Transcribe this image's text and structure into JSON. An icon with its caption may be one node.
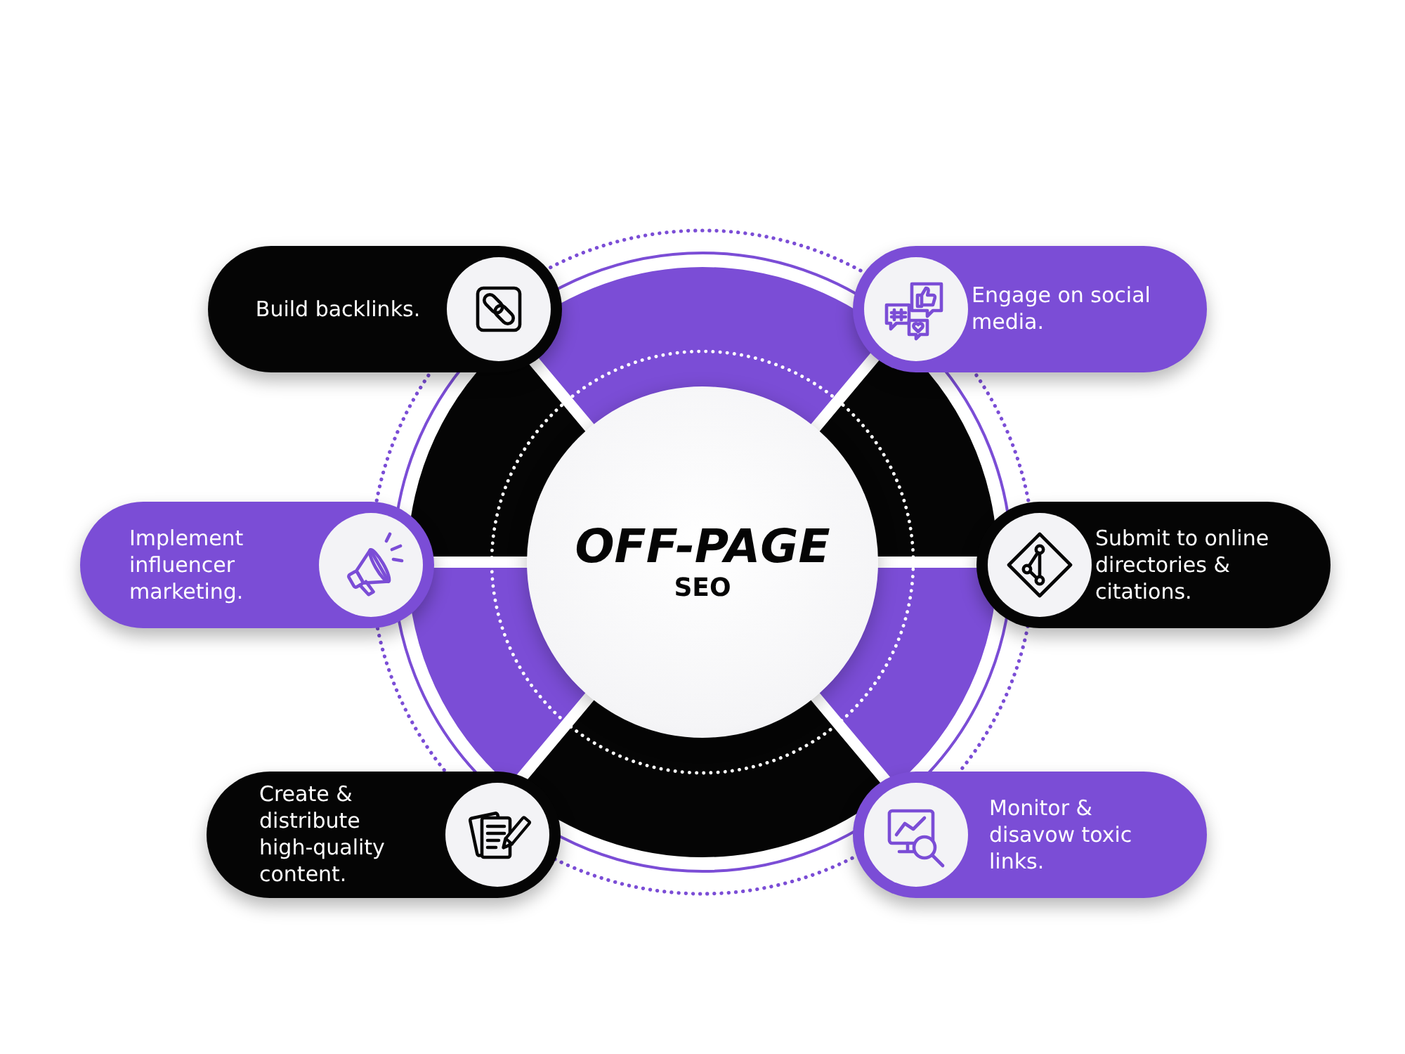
{
  "diagram": {
    "nodes": [
      {
        "text": [
          "OFF-PAGE",
          "SEO"
        ]
      },
      {
        "text": [
          "Build backlinks."
        ]
      },
      {
        "text": [
          "Engage on social media."
        ]
      },
      {
        "text": [
          "Implement influencer marketing."
        ]
      },
      {
        "text": [
          "Submit to online directories & citations."
        ]
      },
      {
        "text": [
          "Create & distribute high-quality content."
        ]
      },
      {
        "text": [
          "Monitor & disavow toxic links."
        ]
      }
    ]
  }
}
